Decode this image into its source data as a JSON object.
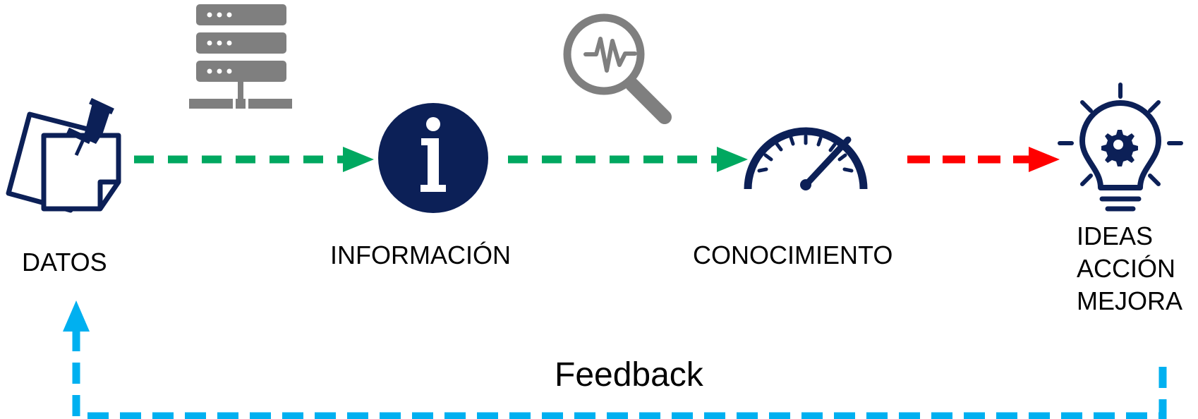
{
  "stages": {
    "datos": "DATOS",
    "informacion": "INFORMACIÓN",
    "conocimiento": "CONOCIMIENTO",
    "ideas": [
      "IDEAS",
      "ACCIÓN",
      "MEJORA"
    ]
  },
  "feedback_label": "Feedback",
  "colors": {
    "navy": "#0c2057",
    "gray": "#7f7f7f",
    "green": "#00a860",
    "red": "#ff0000",
    "blue": "#00b0f0"
  },
  "icons": [
    "sticky-note-pin-icon",
    "server-icon",
    "info-icon",
    "search-pulse-icon",
    "speedometer-icon",
    "lightbulb-gear-icon"
  ]
}
